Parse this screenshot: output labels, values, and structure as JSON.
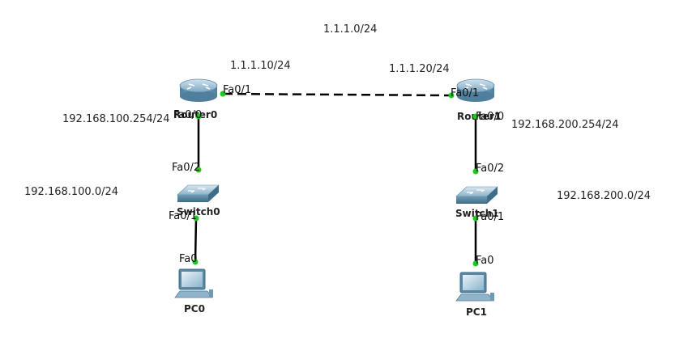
{
  "networks": {
    "wan": "1.1.1.0/24",
    "lan_left": "192.168.100.0/24",
    "lan_right": "192.168.200.0/24"
  },
  "addresses": {
    "router0_wan": "1.1.1.10/24",
    "router1_wan": "1.1.1.20/24",
    "router0_lan": "192.168.100.254/24",
    "router1_lan": "192.168.200.254/24"
  },
  "devices": {
    "router0": "Router0",
    "router1": "Router1",
    "switch0": "Switch0",
    "switch1": "Switch1",
    "pc0": "PC0",
    "pc1": "PC1"
  },
  "ports": {
    "router0_wan": "Fa0/1",
    "router0_lan": "Fa0/0",
    "router1_wan": "Fa0/1",
    "router1_lan": "Fa0/0",
    "switch0_up": "Fa0/2",
    "switch0_down": "Fa0/1",
    "switch1_up": "Fa0/2",
    "switch1_down": "Fa0/1",
    "pc0_nic": "Fa0",
    "pc1_nic": "Fa0"
  },
  "colors": {
    "link_up": "#1ec81e",
    "cable": "#000000",
    "device_blue": "#6a9bb8"
  }
}
